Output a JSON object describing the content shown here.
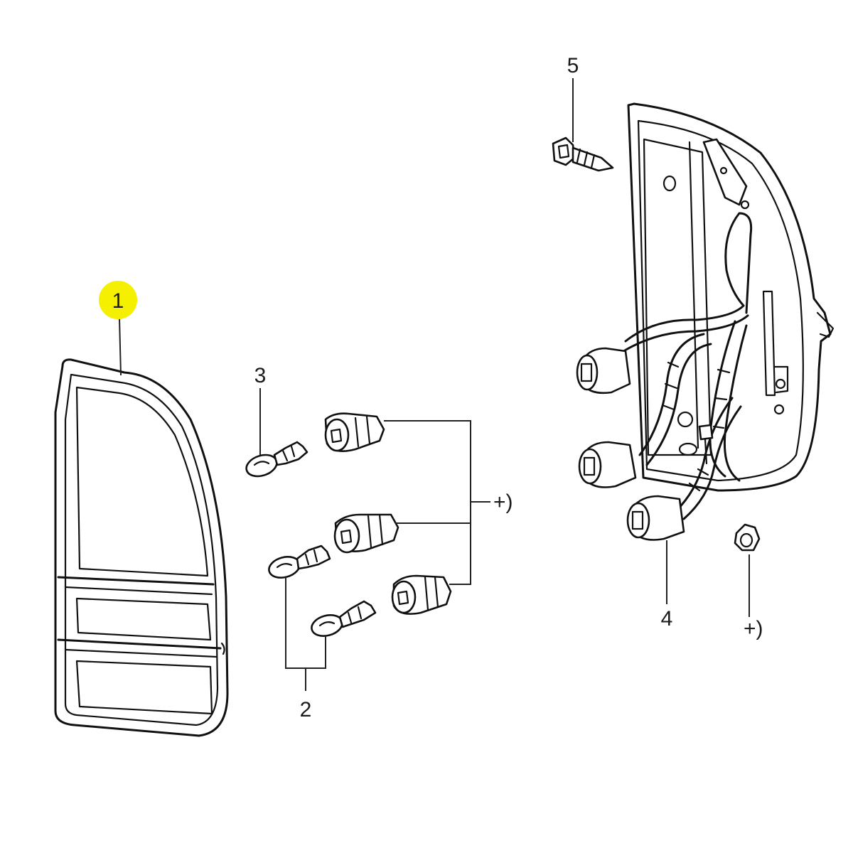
{
  "diagram": {
    "callouts": {
      "c1": "1",
      "c2": "2",
      "c3": "3",
      "c4": "4",
      "c5": "5",
      "note_a": "+)",
      "note_b": "+)"
    },
    "highlight_color": "#f5f000"
  }
}
